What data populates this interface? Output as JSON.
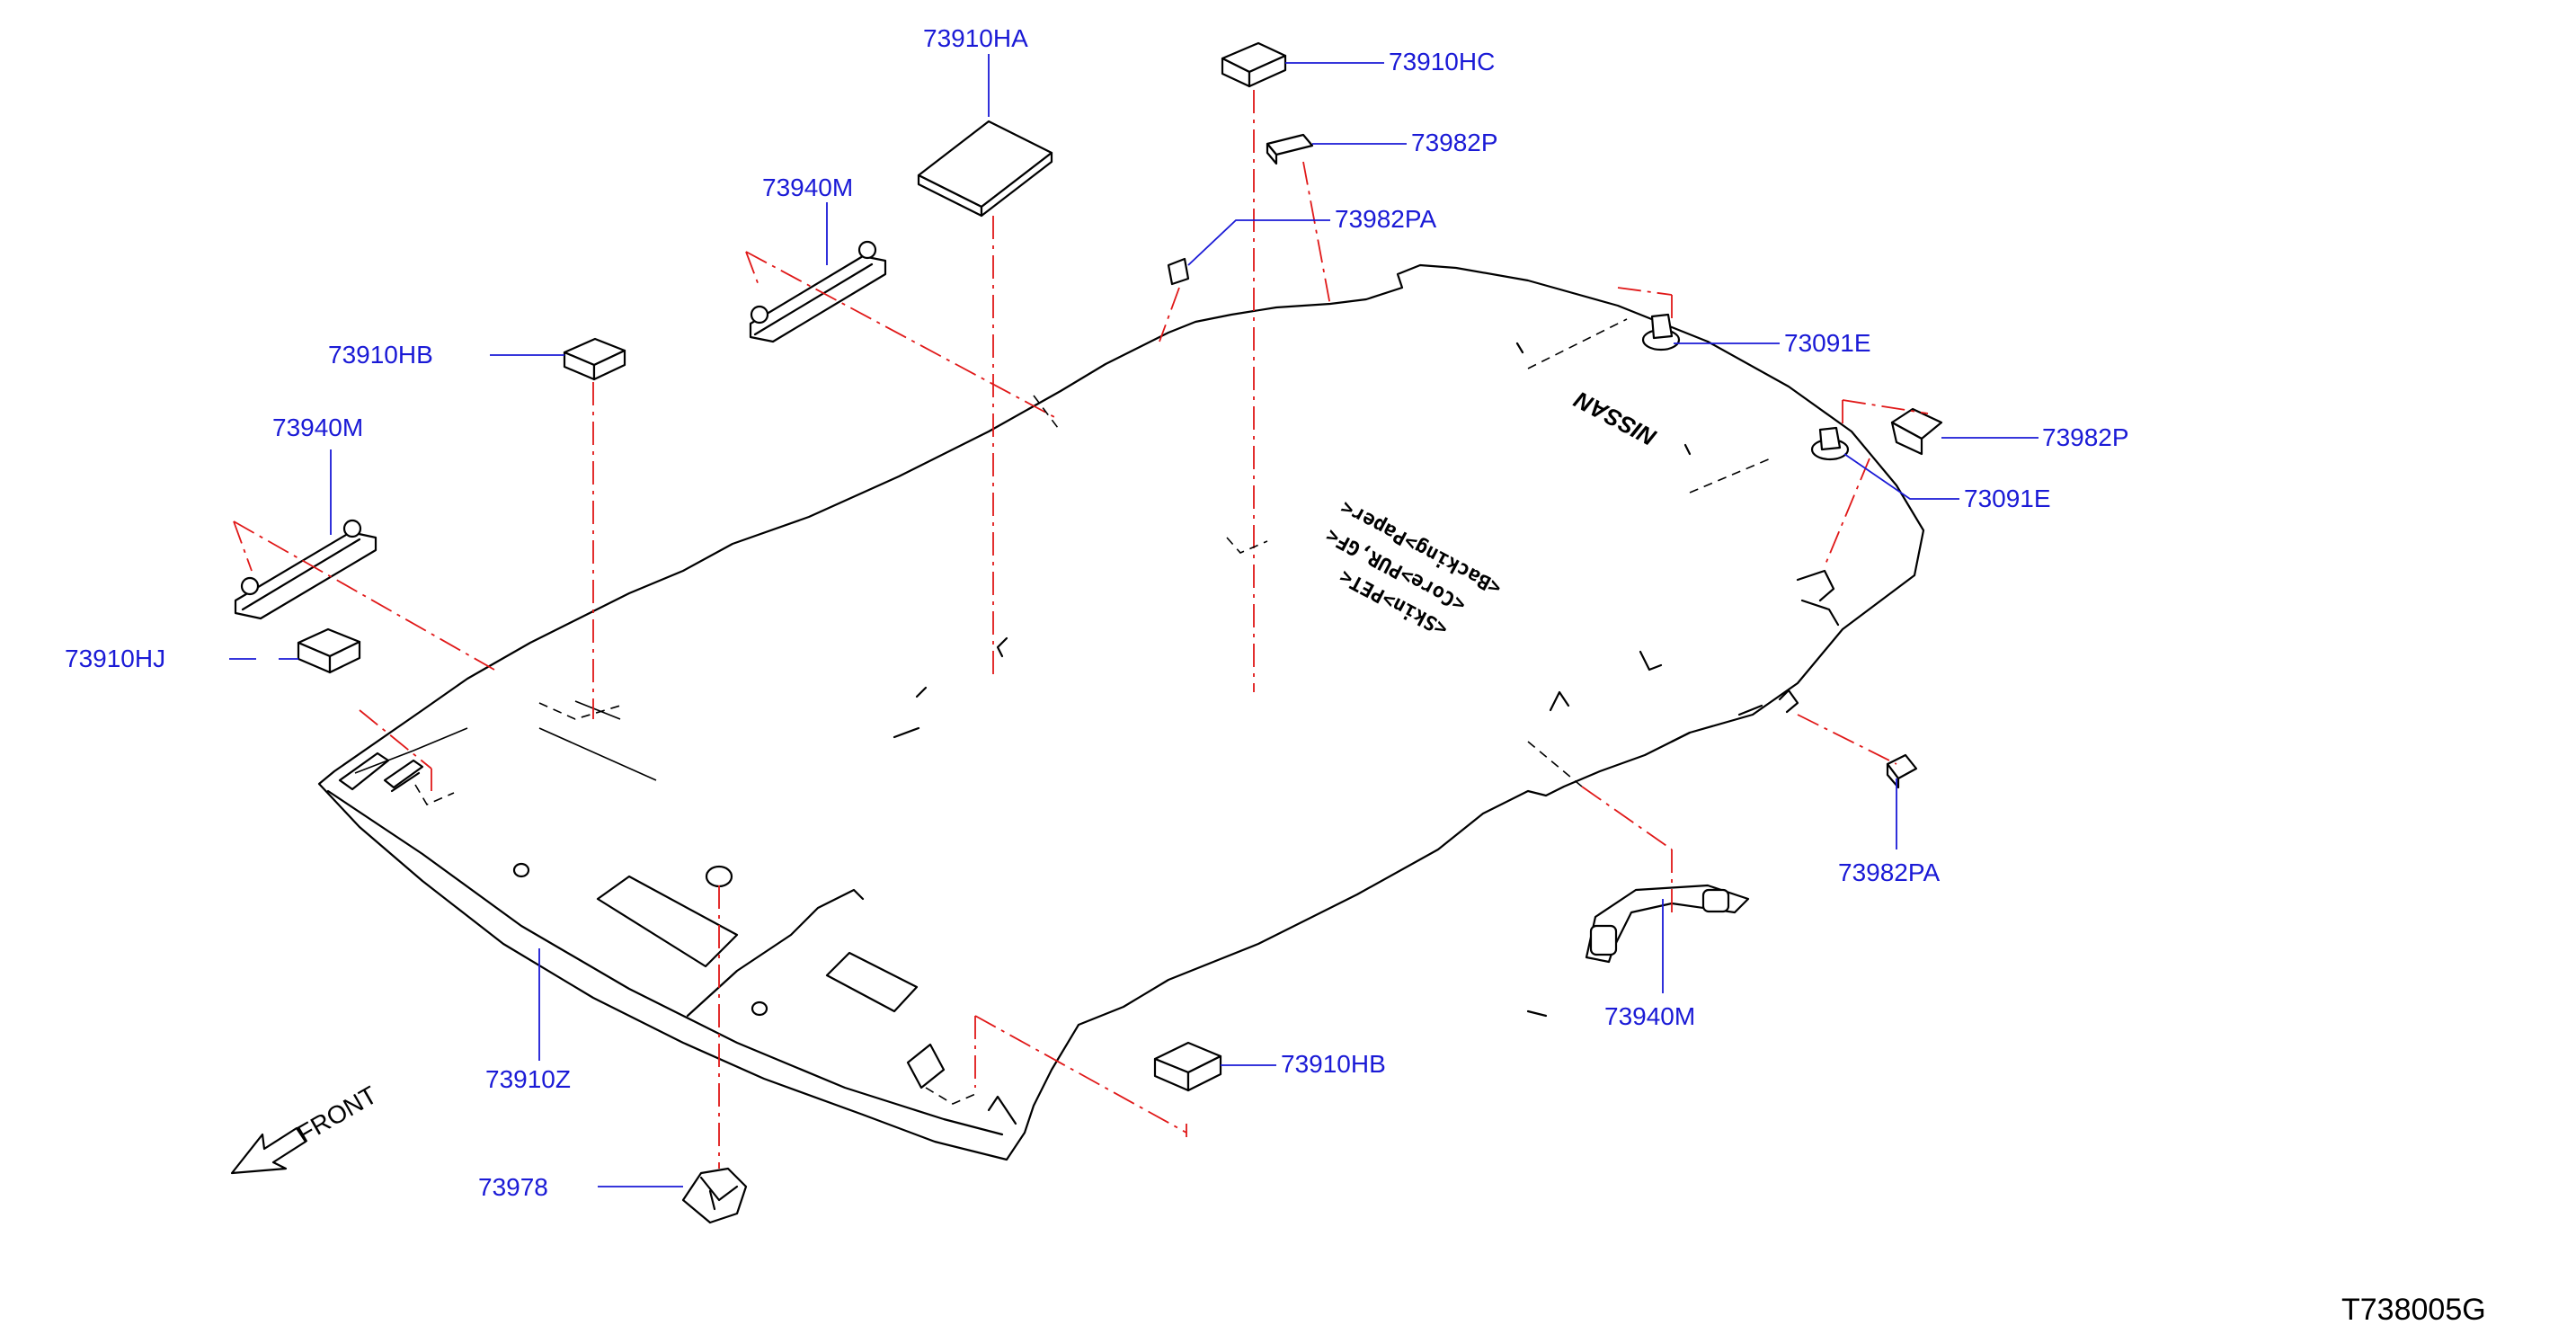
{
  "diagram": {
    "figure_code": "T738005G",
    "front_label": "FRONT",
    "brand_marking": "NISSAN",
    "material_marking": [
      "<Skin>PET<",
      "<Core>PUR,GF<",
      "<Backing>Paper<"
    ],
    "callouts": [
      {
        "id": "hc",
        "text": "73910HC"
      },
      {
        "id": "ha",
        "text": "73910HA"
      },
      {
        "id": "p1",
        "text": "73982P"
      },
      {
        "id": "pa1",
        "text": "73982PA"
      },
      {
        "id": "m1",
        "text": "73940M"
      },
      {
        "id": "hb1",
        "text": "73910HB"
      },
      {
        "id": "e1",
        "text": "73091E"
      },
      {
        "id": "m2",
        "text": "73940M"
      },
      {
        "id": "p2",
        "text": "73982P"
      },
      {
        "id": "e2",
        "text": "73091E"
      },
      {
        "id": "hj",
        "text": "73910HJ"
      },
      {
        "id": "pa2",
        "text": "73982PA"
      },
      {
        "id": "m3",
        "text": "73940M"
      },
      {
        "id": "z",
        "text": "73910Z"
      },
      {
        "id": "hb2",
        "text": "73910HB"
      },
      {
        "id": "n78",
        "text": "73978"
      }
    ],
    "colors": {
      "callout_text": "#1a1ad6",
      "leader_line": "#1a1ad6",
      "chain_line": "#e01818",
      "part_outline": "#000000"
    }
  }
}
